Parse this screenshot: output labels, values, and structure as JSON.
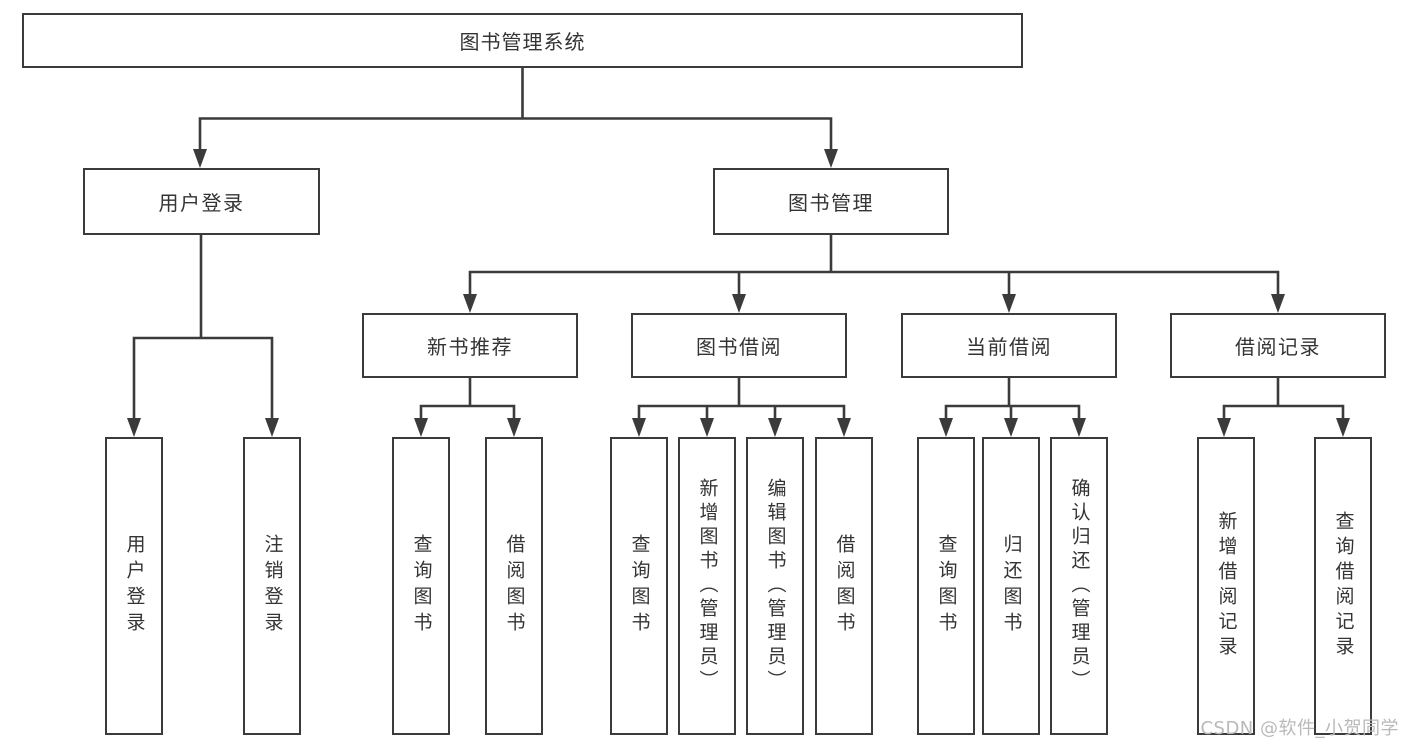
{
  "diagram": {
    "accent_line_color": "#3b3b3b",
    "background_color": "#ffffff"
  },
  "watermark": {
    "text": "CSDN @软件_小贺同学",
    "color": "#b9b9b9"
  },
  "nodes": {
    "root": {
      "label": "图书管理系统"
    },
    "user_login": {
      "label": "用户登录"
    },
    "book_mgmt": {
      "label": "图书管理"
    },
    "new_book_rec": {
      "label": "新书推荐"
    },
    "book_borrow": {
      "label": "图书借阅"
    },
    "current_borrow": {
      "label": "当前借阅"
    },
    "borrow_record": {
      "label": "借阅记录"
    },
    "leaf_user_login": {
      "label": "用户登录"
    },
    "leaf_logout": {
      "label": "注销登录"
    },
    "leaf_query_book_rec": {
      "label": "查询图书"
    },
    "leaf_borrow_book_rec": {
      "label": "借阅图书"
    },
    "leaf_query_book_borrow": {
      "label": "查询图书"
    },
    "leaf_add_book": {
      "label": "新增图书（管理员）"
    },
    "leaf_edit_book": {
      "label": "编辑图书（管理员）"
    },
    "leaf_borrow_book_borrow": {
      "label": "借阅图书"
    },
    "leaf_query_book_current": {
      "label": "查询图书"
    },
    "leaf_return_book": {
      "label": "归还图书"
    },
    "leaf_confirm_return": {
      "label": "确认归还（管理员）"
    },
    "leaf_add_record": {
      "label": "新增借阅记录"
    },
    "leaf_query_record": {
      "label": "查询借阅记录"
    }
  }
}
